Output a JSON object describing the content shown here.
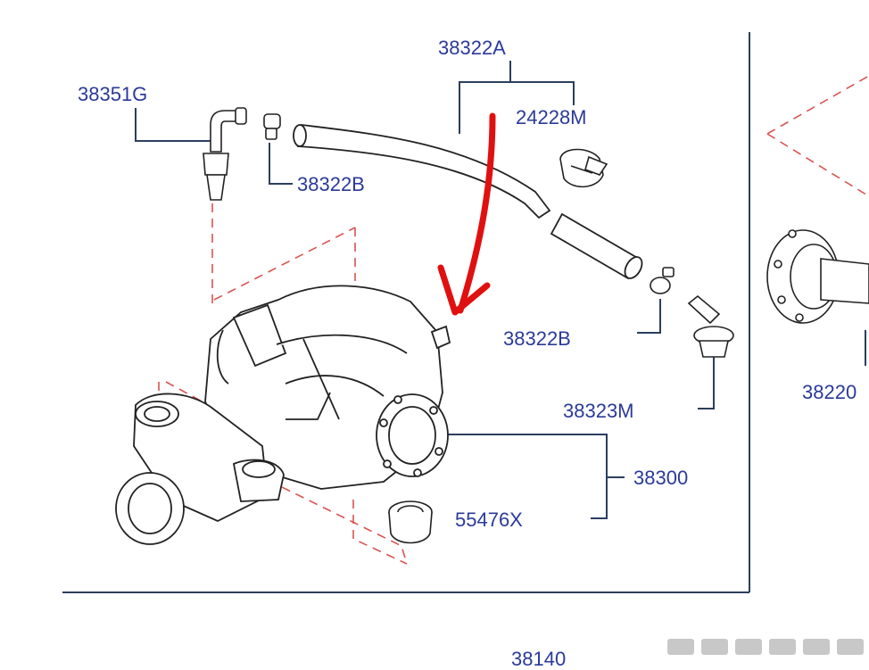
{
  "colors": {
    "label": "#2a3a9a",
    "leader": "#2b3f5e",
    "frame": "#2b3f5e",
    "part_line": "#222222",
    "dashed": "#d9534f",
    "arrow": "#e01010",
    "watermark": "#c8c8c8"
  },
  "labels": {
    "hose_assembly": "38322A",
    "breather_elbow": "38351G",
    "clip_upper": "24228M",
    "clamp_left": "38322B",
    "clamp_right": "38322B",
    "breather_connector": "38323M",
    "side_shaft": "38220",
    "final_drive_assembly": "38300",
    "mount_bushing": "55476X",
    "bottom_part": "38140"
  },
  "annotation": {
    "arrow_icon": "red-arrow-icon"
  }
}
